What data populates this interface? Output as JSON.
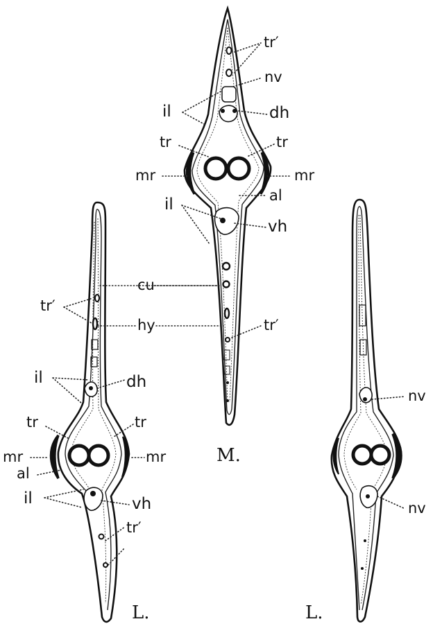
{
  "sections": {
    "middle": {
      "caption": "M.",
      "labels": {
        "tr_prime_top": "tr′",
        "nv": "nv",
        "il_top": "il",
        "dh": "dh",
        "tr_left": "tr",
        "tr_right": "tr",
        "mr_left": "mr",
        "mr_right": "mr",
        "al": "al",
        "il_mid": "il",
        "vh": "vh",
        "cu": "cu",
        "hy": "hy",
        "tr_prime_bottom": "tr′"
      }
    },
    "left": {
      "caption": "L.",
      "labels": {
        "tr_prime_top": "tr′",
        "il_top": "il",
        "dh": "dh",
        "tr_left": "tr",
        "tr_right": "tr",
        "mr_left": "mr",
        "mr_right": "mr",
        "al": "al",
        "il_bottom": "il",
        "vh": "vh",
        "tr_prime_bottom": "tr′"
      }
    },
    "right": {
      "caption": "L.",
      "labels": {
        "nv_top": "nv",
        "nv_bottom": "nv"
      }
    }
  }
}
